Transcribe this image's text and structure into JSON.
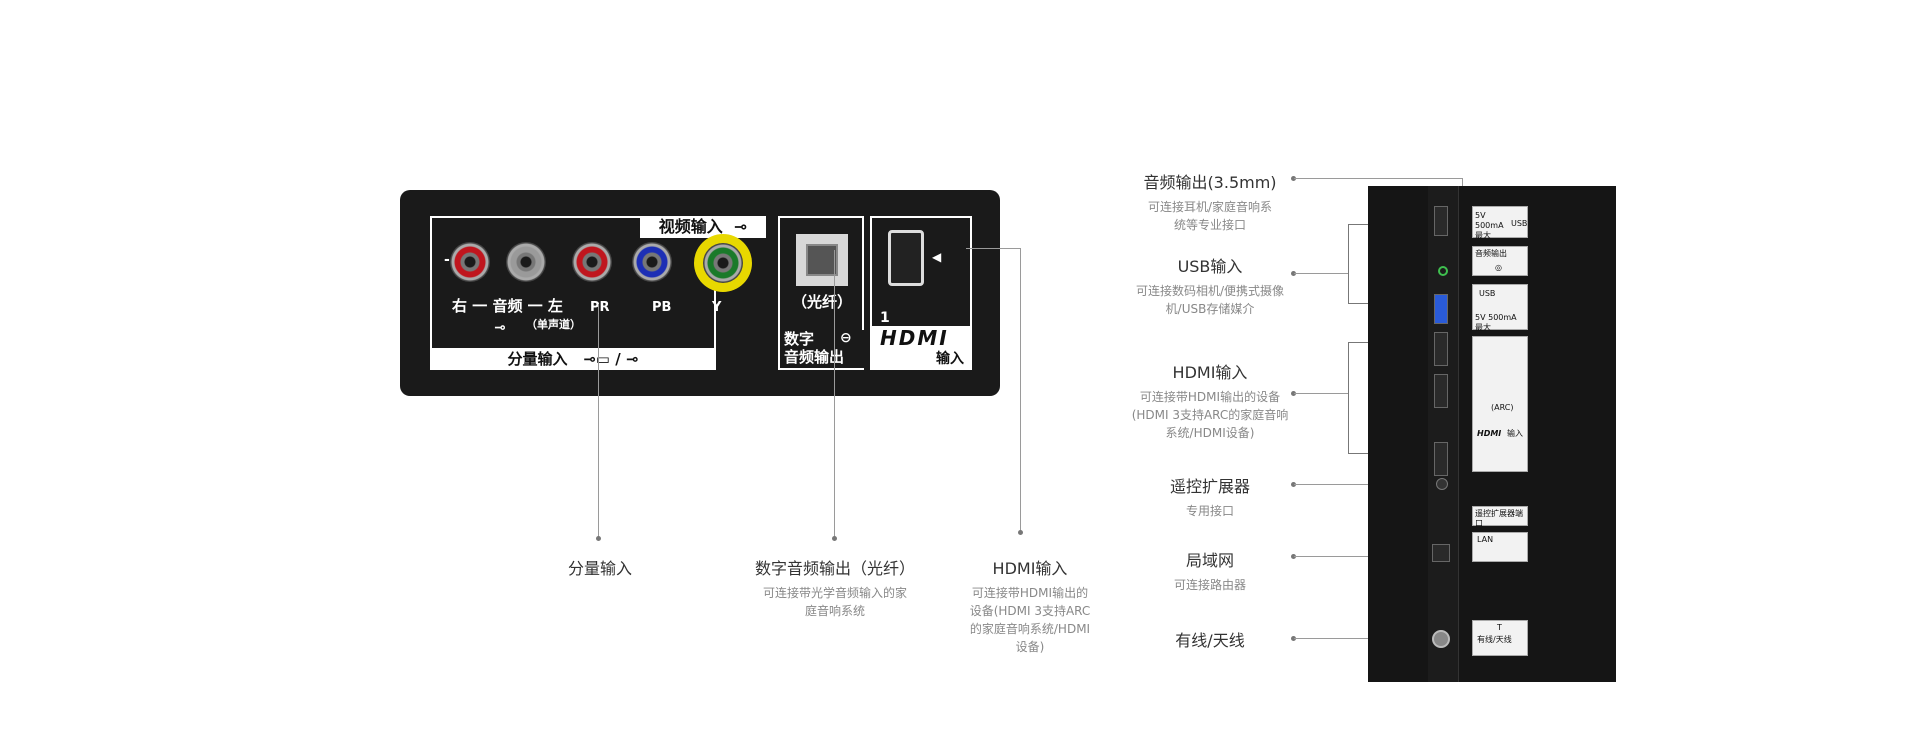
{
  "left_panel": {
    "video_in_label": "视频输入",
    "channel_labels": "右 一 音频 一 左",
    "mono_label": "（单声道）",
    "pr_label": "PR",
    "pb_label": "PB",
    "y_label": "Y",
    "component_label": "分量输入",
    "component_symbols": "/",
    "optical_label": "（光纤）",
    "digital_audio_out_line1": "数字",
    "digital_audio_out_line2": "音频输出",
    "hdmi_number": "1",
    "hdmi_logo": "HDMI",
    "hdmi_input_label": "输入",
    "rca_colors": [
      "#c0161e",
      "#9a9a9a",
      "#c0161e",
      "#1d2fb5",
      "#1a7a2a"
    ]
  },
  "callouts_bottom": [
    {
      "title": "分量输入",
      "desc": ""
    },
    {
      "title": "数字音频输出（光纤）",
      "desc_lines": [
        "可连接带光学音频输入的家",
        "庭音响系统"
      ]
    },
    {
      "title": "HDMI输入",
      "desc_lines": [
        "可连接带HDMI输出的",
        "设备(HDMI 3支持ARC",
        "的家庭音响系统/HDMI",
        "设备)"
      ]
    }
  ],
  "callouts_right": [
    {
      "title": "音频输出(3.5mm)",
      "desc_lines": [
        "可连接耳机/家庭音响系",
        "统等专业接口"
      ]
    },
    {
      "title": "USB输入",
      "desc_lines": [
        "可连接数码相机/便携式摄像",
        "机/USB存储媒介"
      ]
    },
    {
      "title": "HDMI输入",
      "desc_lines": [
        "可连接带HDMI输出的设备",
        "(HDMI 3支持ARC的家庭音响",
        "系统/HDMI设备)"
      ]
    },
    {
      "title": "遥控扩展器",
      "desc_lines": [
        "专用接口"
      ]
    },
    {
      "title": "局域网",
      "desc_lines": [
        "可连接路由器"
      ]
    },
    {
      "title": "有线/天线",
      "desc_lines": []
    }
  ],
  "right_panel": {
    "usb_text": "USB",
    "audio_out_text": "音频输出",
    "arc_text": "(ARC)",
    "hdmi_logo": "HDMI",
    "hdmi_input_text": "输入",
    "remote_ext_text": "遥控扩展器端口",
    "lan_text": "LAN",
    "antenna_text": "有线/天线",
    "usb_spec": "5V 500mA 最大"
  }
}
